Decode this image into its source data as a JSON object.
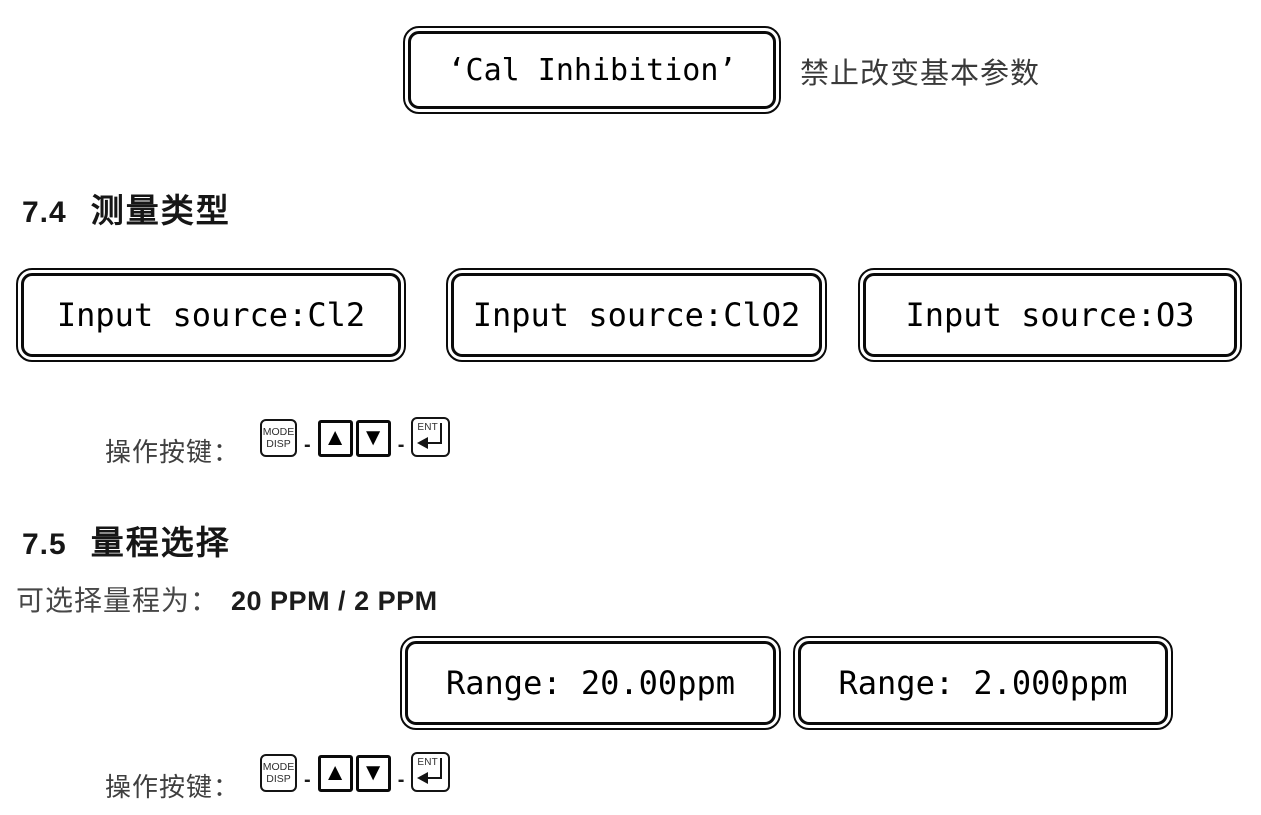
{
  "cal_display": {
    "text": "‘Cal Inhibition’",
    "note": "禁止改变基本参数"
  },
  "section_7_4": {
    "number": "7.4",
    "title": "测量类型"
  },
  "input_source_displays": [
    {
      "text": "Input source:Cl2"
    },
    {
      "text": "Input source:ClO2"
    },
    {
      "text": "Input source:O3"
    }
  ],
  "keypad": {
    "label": "操作按键：",
    "separator": "-",
    "mode_key": {
      "line1": "MODE",
      "line2": "DISP"
    },
    "up_key": "▲",
    "down_key": "▼",
    "ent_key": "ENT"
  },
  "section_7_5": {
    "number": "7.5",
    "title": "量程选择"
  },
  "range_note": {
    "label": "可选择量程为：",
    "value": "20 PPM / 2 PPM"
  },
  "range_displays": [
    {
      "text": "Range: 20.00ppm"
    },
    {
      "text": "Range: 2.000ppm"
    }
  ]
}
